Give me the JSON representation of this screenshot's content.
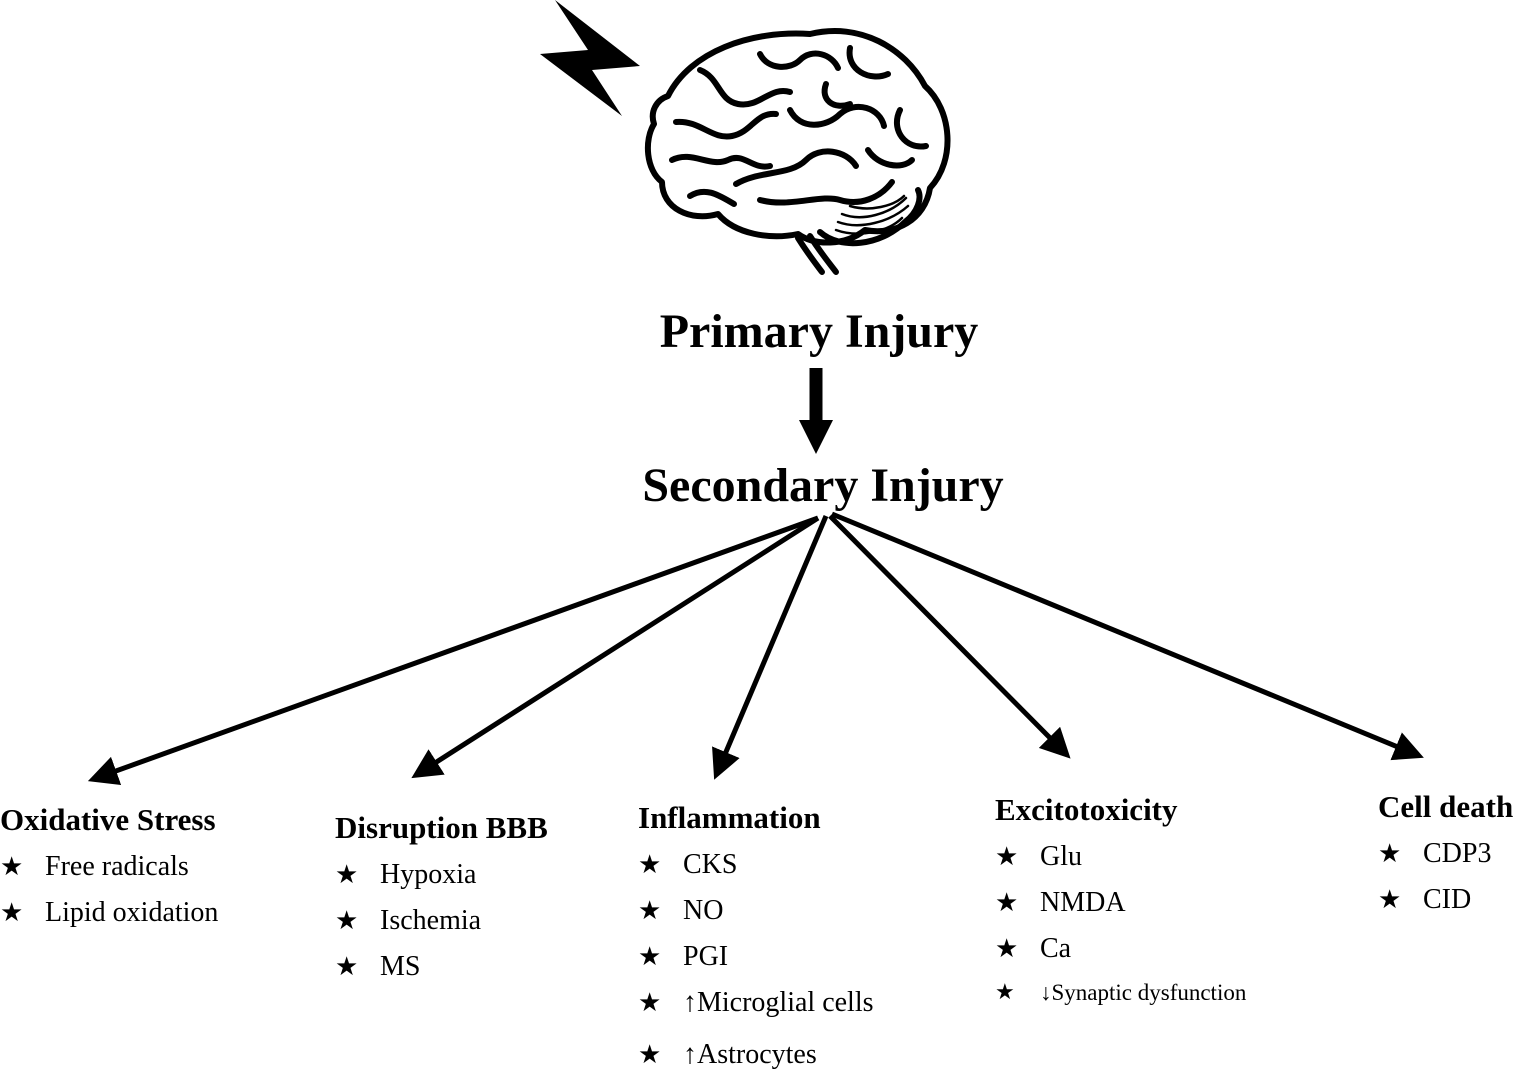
{
  "header": {
    "primary": "Primary Injury",
    "secondary": "Secondary Injury"
  },
  "icons": {
    "lightning": "lightning-bolt-icon",
    "brain": "brain-icon",
    "bullet": "star-icon"
  },
  "categories": [
    {
      "title": "Oxidative Stress",
      "items": [
        "Free radicals",
        "Lipid oxidation"
      ]
    },
    {
      "title": "Disruption BBB",
      "items": [
        "Hypoxia",
        "Ischemia",
        "MS"
      ]
    },
    {
      "title": "Inflammation",
      "items": [
        "CKS",
        "NO",
        "PGI",
        "↑Microglial cells",
        "↑Astrocytes"
      ]
    },
    {
      "title": "Excitotoxicity",
      "items": [
        "Glu",
        "NMDA",
        "Ca",
        "↓Synaptic dysfunction"
      ]
    },
    {
      "title": "Cell death",
      "items": [
        "CDP3",
        "CID"
      ]
    }
  ],
  "bullet_symbol": "★"
}
